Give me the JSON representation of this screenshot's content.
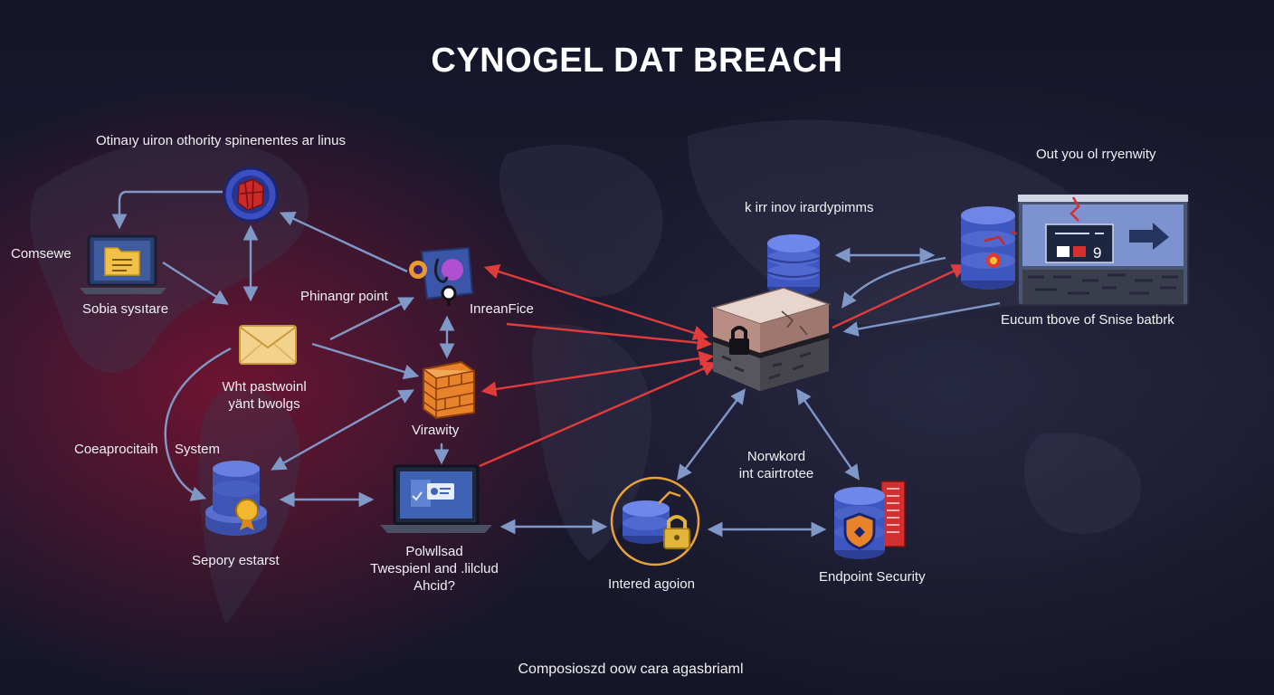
{
  "title": "CYNOGEL DAT BREACH",
  "labels": {
    "top_left_caption": "Otinaıy uiron othority spinenentes ar linus",
    "top_right_caption": "Out you ol rryenwity",
    "consewe": "Comsewe",
    "sobia_systare": "Sobia sysıtare",
    "phinangr_point": "Phinangr point",
    "interface": "InreanFice",
    "kirr_inov": "k irr inov irardypimms",
    "eucum": "Eucum tbove of  Snise batbrk",
    "wht_password_1": "Wht pastwoinl",
    "wht_password_2": "yänt bwolgs",
    "coeprocitaih": "Coeaprocitaih",
    "system": "System",
    "virawity": "Virawity",
    "norwkord_1": "Norwkord",
    "norwkord_2": "int cairtrotee",
    "sepory_estarst": "Sepory estarst",
    "polwllsad_1": "Polwllsad",
    "polwllsad_2": "Twespienl and .lilclud",
    "polwllsad_3": "Ahcid?",
    "intered_agoion": "Intered agoion",
    "endpoint_security": "Endpoint Security",
    "footer": "Composioszd oow cara agasbriaml",
    "screen_number": "9"
  },
  "colors": {
    "arrow_blue": "#7f98c8",
    "arrow_red": "#e23b3b",
    "db_blue": "#4a5fb8",
    "accent_orange": "#e8832a",
    "lock_gold": "#e2b53a"
  },
  "icons": {
    "virus_badge": "virus-badge-icon",
    "laptop_folder": "laptop-folder-icon",
    "envelope": "envelope-icon",
    "phishing_hook": "phishing-hook-icon",
    "firewall": "firewall-brick-icon",
    "database_cert": "database-certificate-icon",
    "laptop_id": "laptop-id-card-icon",
    "server_top": "database-server-icon",
    "breach_cube": "breached-data-cube-icon",
    "db_damaged": "damaged-database-icon",
    "monitor": "attack-monitor-icon",
    "db_lock": "database-lock-icon",
    "endpoint_shield": "endpoint-shield-icon"
  }
}
